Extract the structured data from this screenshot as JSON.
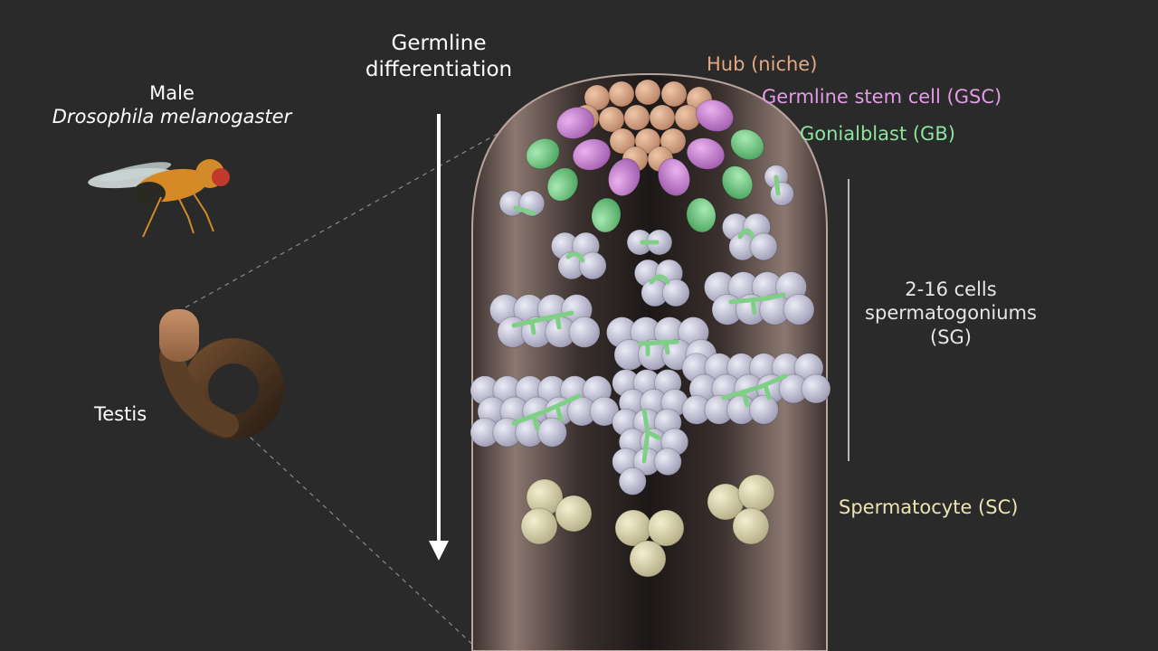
{
  "species": {
    "line1": "Male",
    "line2": "Drosophila melanogaster"
  },
  "organ": {
    "label": "Testis"
  },
  "axis": {
    "label_line1": "Germline",
    "label_line2": "differentiation"
  },
  "cell_types": {
    "hub": {
      "label": "Hub (niche)",
      "color": "#d9a98a"
    },
    "gsc": {
      "label": "Germline stem cell (GSC)",
      "color": "#c985d3"
    },
    "gb": {
      "label": "Gonialblast (GB)",
      "color": "#7fd18d"
    },
    "sg": {
      "label_line1": "2-16 cells",
      "label_line2": "spermatogoniums",
      "label_line3": "(SG)",
      "color": "#c6c5d8"
    },
    "sc": {
      "label": "Spermatocyte (SC)",
      "color": "#dcd7b4"
    }
  },
  "colors": {
    "background": "#2a2a2a",
    "fusome": "#7fcf86",
    "tube": "#7a6862"
  }
}
